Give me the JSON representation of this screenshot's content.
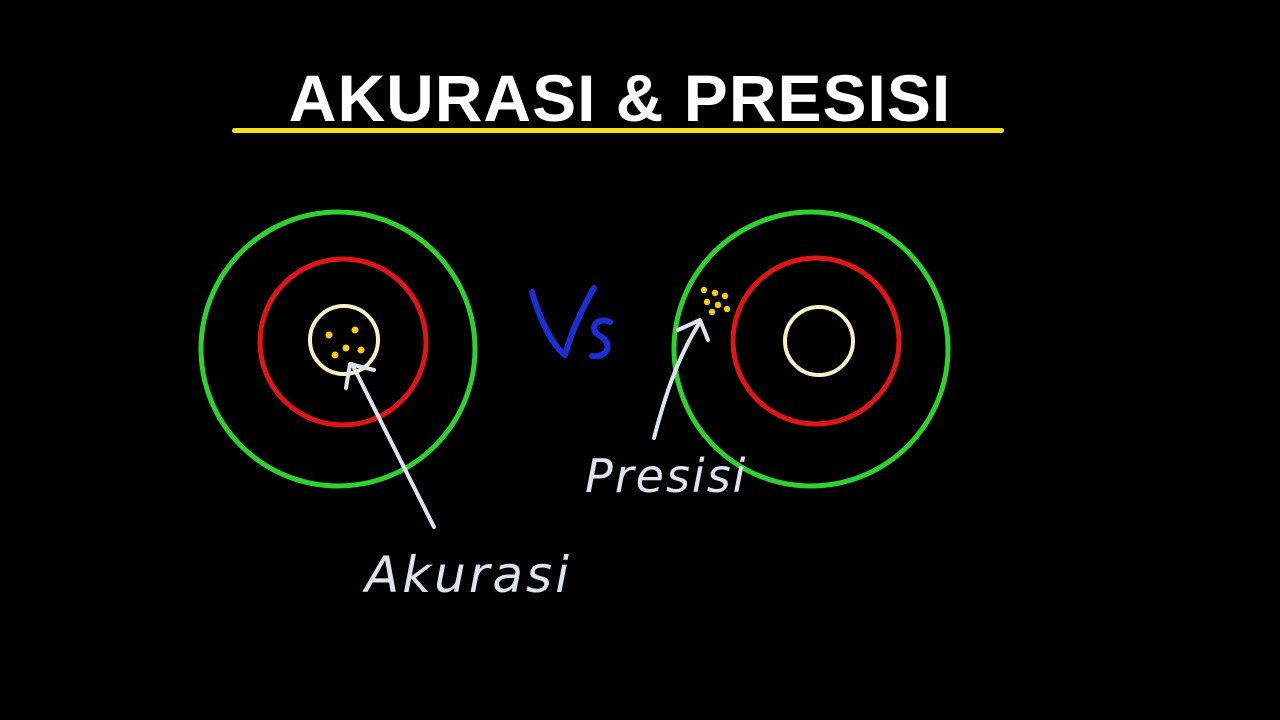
{
  "title": "AKURASI & PRESISI",
  "vs_label": "Vs",
  "labels": {
    "left": "Akurasi",
    "right": "Presisi"
  },
  "colors": {
    "background": "#000000",
    "title": "#ffffff",
    "underline": "#f2e21a",
    "outer_ring": "#2fd12f",
    "middle_ring": "#e01515",
    "inner_ring": "#f6f1c8",
    "dots": "#f5cc1a",
    "vs": "#1c2fd6",
    "handwriting": "#dfe3ee"
  }
}
